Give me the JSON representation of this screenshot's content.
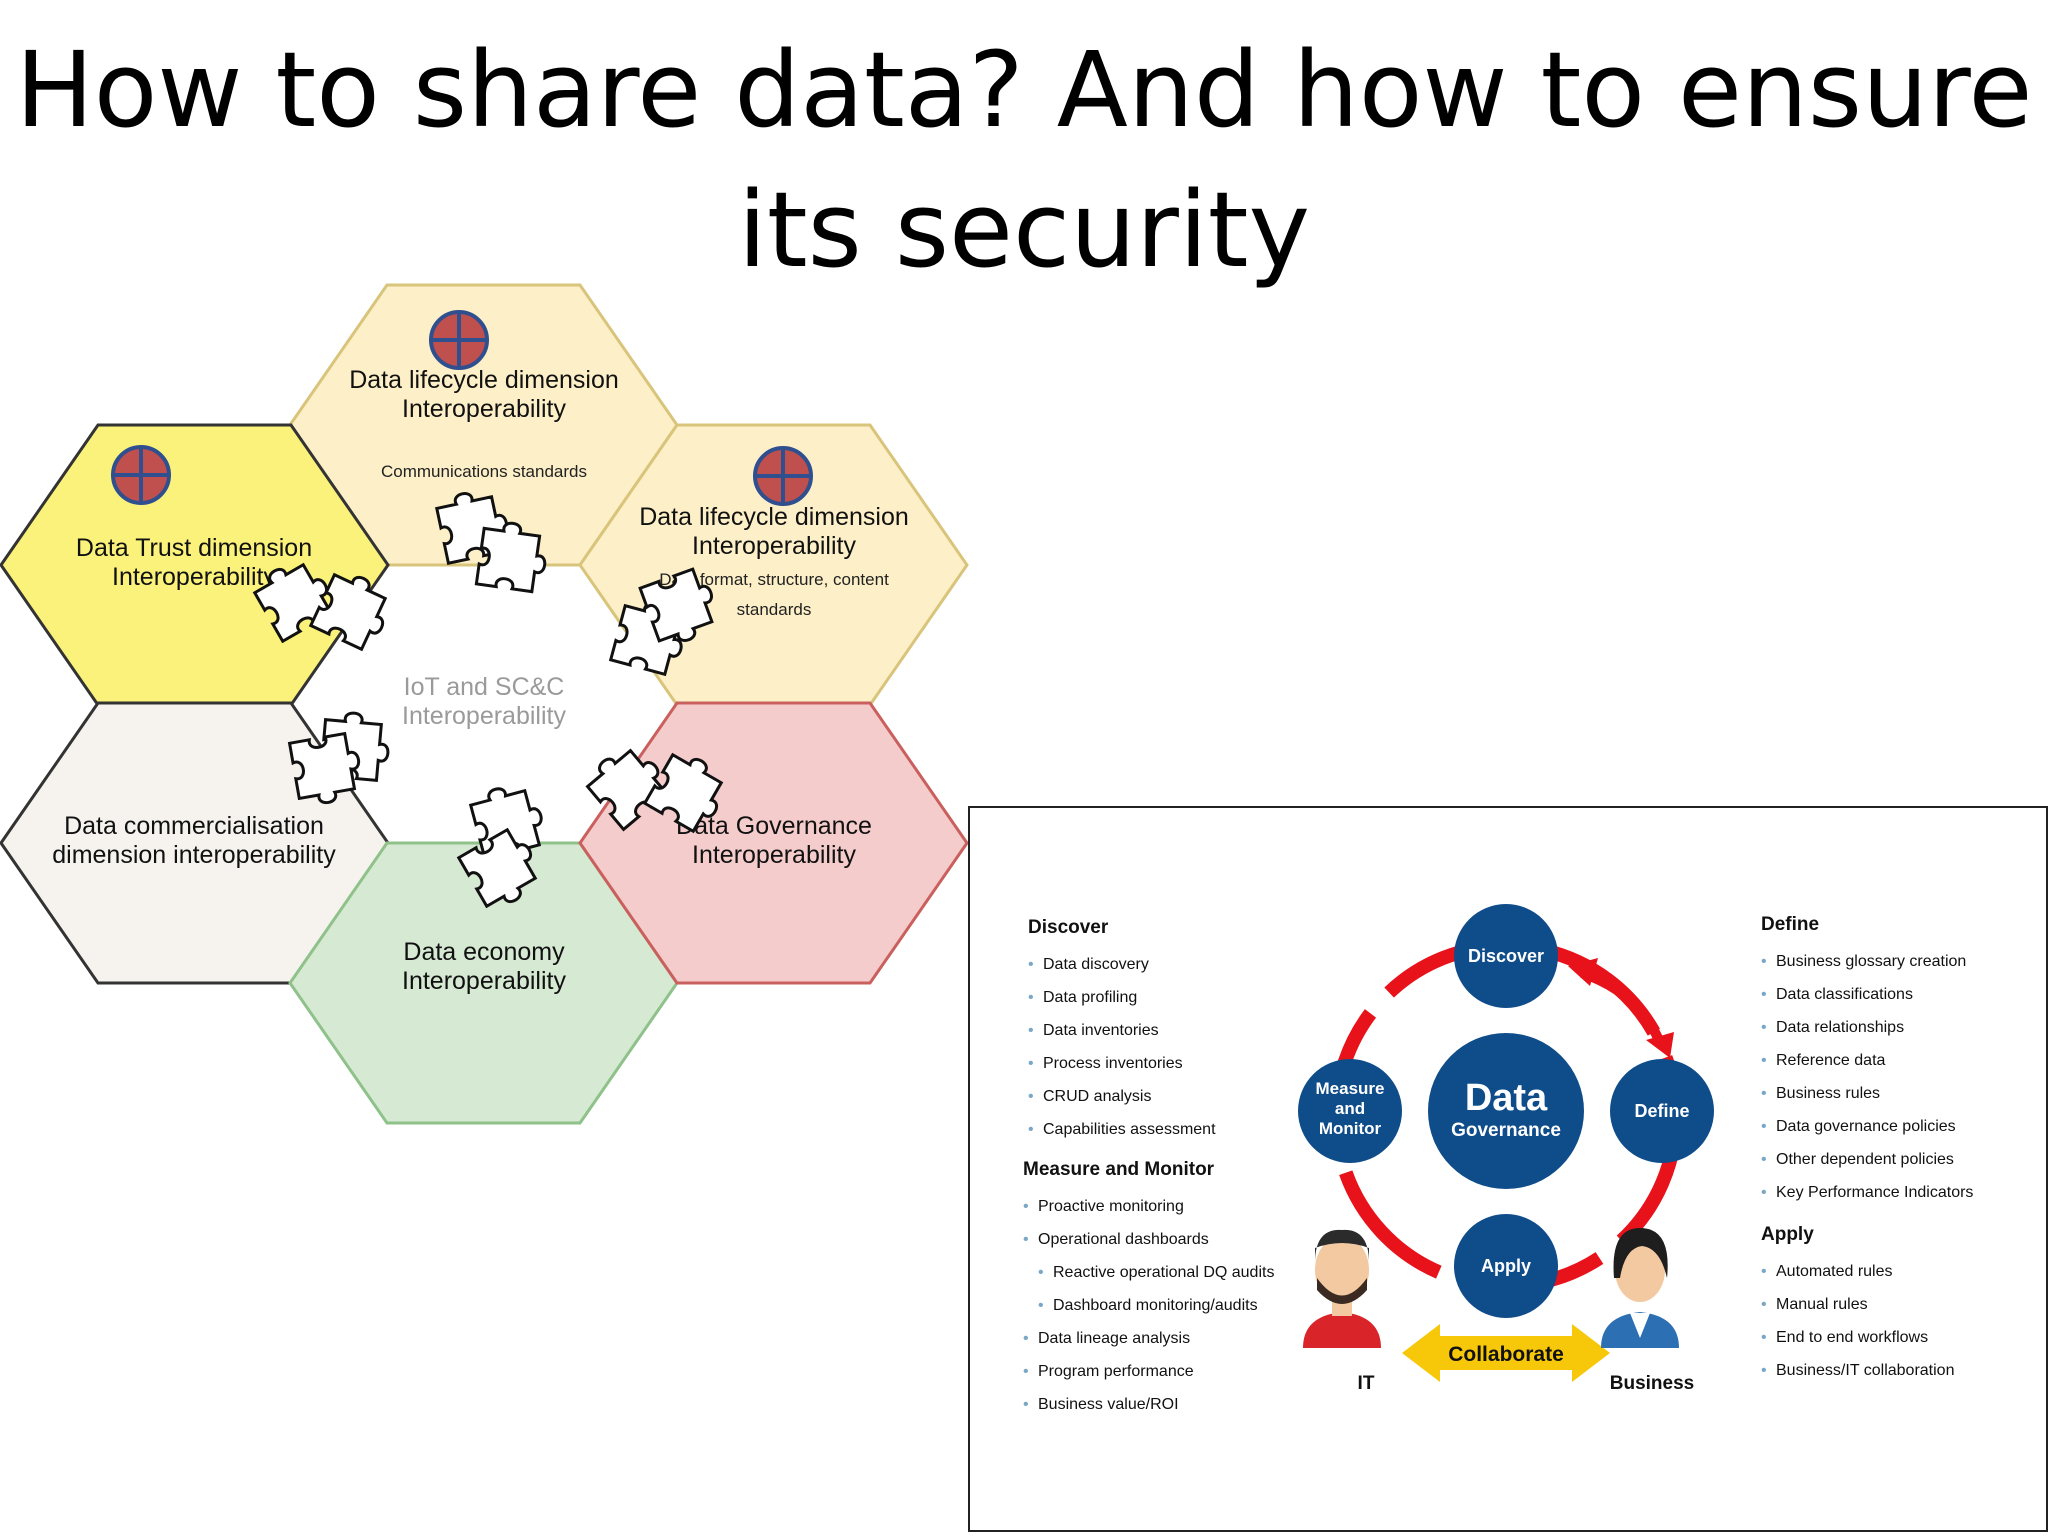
{
  "title": {
    "line1": "How to share data? And how to ensure",
    "line2": "its security"
  },
  "hexagons": {
    "center": {
      "line1": "IoT and SC&C",
      "line2": "Interoperability",
      "fill": "#ffffff"
    },
    "top": {
      "line1": "Data lifecycle dimension",
      "line2": "Interoperability",
      "sub": "Communications standards",
      "fill": "#fdf0c8"
    },
    "top_right": {
      "line1": "Data lifecycle dimension",
      "line2": "Interoperability",
      "sub1": "Data format, structure, content",
      "sub2": "standards",
      "fill": "#fdf0c8"
    },
    "upper_left": {
      "line1": "Data Trust dimension",
      "line2": "Interoperability",
      "fill": "#faf27a"
    },
    "lower_left": {
      "line1": "Data commercialisation",
      "line2": "dimension interoperability",
      "fill": "#f6f3ee"
    },
    "bottom": {
      "line1": "Data economy",
      "line2": "Interoperability",
      "fill": "#d6e9d2"
    },
    "lower_right": {
      "line1": "Data Governance",
      "line2": "Interoperability",
      "fill": "#f5cccc"
    }
  },
  "markers": {
    "icon": "red-cross-circle-icon",
    "fill": "#c0504d",
    "stroke": "#2f4f8f"
  },
  "governance": {
    "discover": {
      "heading": "Discover",
      "items": [
        "Data discovery",
        "Data profiling",
        "Data inventories",
        "Process inventories",
        "CRUD analysis",
        "Capabilities assessment"
      ]
    },
    "measure": {
      "heading": "Measure and Monitor",
      "items": [
        "Proactive monitoring",
        "Operational dashboards"
      ],
      "subitems": [
        "Reactive operational DQ audits",
        "Dashboard monitoring/audits"
      ],
      "items2": [
        "Data lineage analysis",
        "Program performance",
        "Business value/ROI"
      ]
    },
    "define": {
      "heading": "Define",
      "items": [
        "Business glossary creation",
        "Data classifications",
        "Data relationships",
        "Reference data",
        "Business rules",
        "Data governance policies",
        "Other dependent policies",
        "Key Performance Indicators"
      ]
    },
    "apply": {
      "heading": "Apply",
      "items": [
        "Automated rules",
        "Manual rules",
        "End to end workflows",
        "Business/IT collaboration"
      ]
    },
    "cycle": {
      "center_line1": "Data",
      "center_line2": "Governance",
      "discover": "Discover",
      "define": "Define",
      "apply": "Apply",
      "measure_line1": "Measure",
      "measure_line2": "and",
      "measure_line3": "Monitor",
      "collaborate": "Collaborate",
      "it": "IT",
      "business": "Business"
    },
    "colors": {
      "node": "#0f4c8a",
      "ring": "#e8121b",
      "collaborate": "#f7c70a"
    }
  }
}
